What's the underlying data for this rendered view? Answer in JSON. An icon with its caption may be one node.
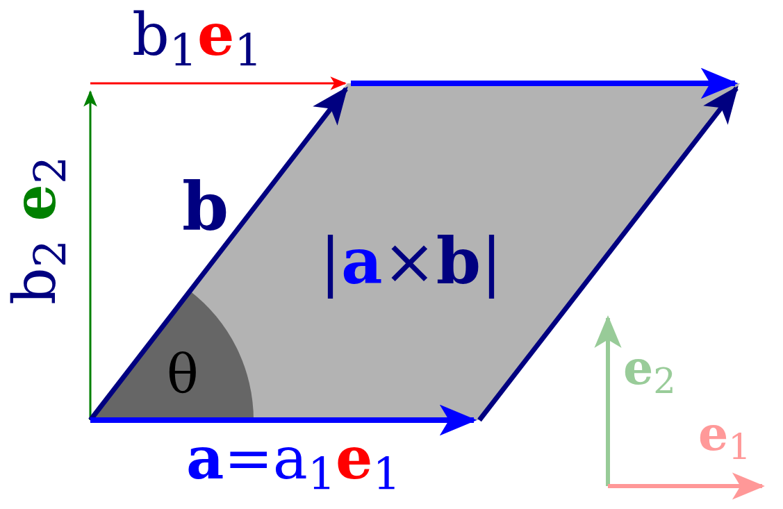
{
  "diagram": {
    "nodes": [
      {
        "text": [
          "|**a**×**b**|"
        ]
      }
    ],
    "labels": [
      "b$_{1}$**e**$_{1}$",
      "b$_{2}$ **e**$_{2}$",
      "**b**",
      "θ",
      "**a**=a$_{1}$**e**$_{1}$",
      "**e**$_{2}$",
      "**e**$_{1}$"
    ]
  }
}
